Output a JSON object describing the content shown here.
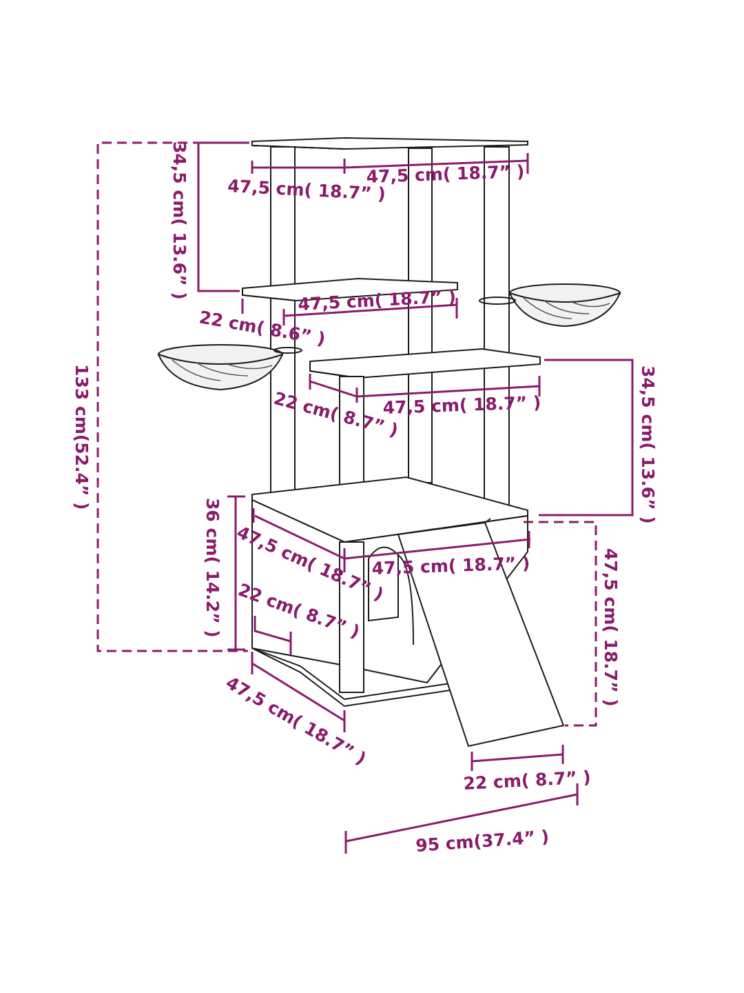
{
  "colors": {
    "dimension": "#8b1a6b",
    "outline": "#1a1a1a",
    "background": "#ffffff"
  },
  "dimensions": {
    "top_width_left": "47,5 cm( 18.7” )",
    "top_width_right": "47,5 cm( 18.7” )",
    "top_section_height": "34,5 cm( 13.6” )",
    "total_height": "133 cm(52.4” )",
    "upper_platform_width": "47,5 cm( 18.7” )",
    "upper_platform_depth": "22 cm( 8.6” )",
    "middle_platform_width": "47,5 cm( 18.7” )",
    "middle_platform_depth": "22 cm( 8.7” )",
    "middle_section_height": "34,5 cm( 13.6” )",
    "box_height": "36 cm( 14.2” )",
    "box_top_depth": "47,5 cm( 18.7” )",
    "box_top_width": "47,5 cm( 18.7” )",
    "box_inner_depth": "22 cm( 8.7” )",
    "base_depth": "47,5 cm( 18.7” )",
    "ramp_height": "47,5 cm( 18.7” )",
    "ramp_width": "22 cm( 8.7” )",
    "total_width": "95 cm(37.4” )"
  }
}
